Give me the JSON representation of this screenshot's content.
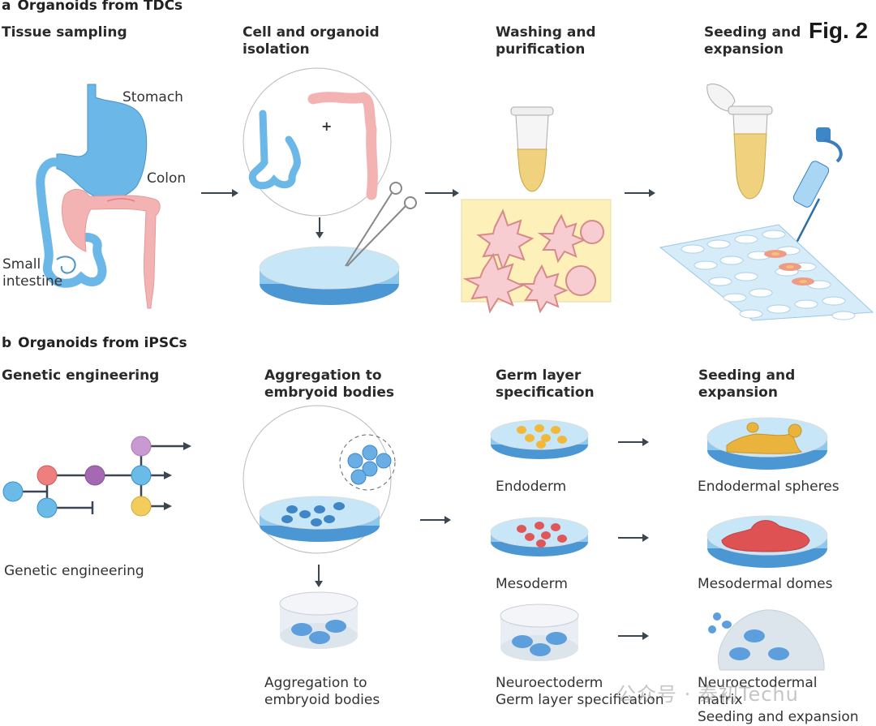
{
  "figure_label": "Fig. 2",
  "colors": {
    "organ_blue": "#6bb8e8",
    "organ_pink": "#f4b3b3",
    "dish_light": "#bfe3f7",
    "dish_dark": "#4a97d3",
    "tube_liquid": "#f0d27e",
    "matrix_bg": "#fdf0b8",
    "organoid_pink": "#f6c8cc",
    "arrow": "#3b4652",
    "endoderm": "#f2b83a",
    "mesoderm": "#e0575a",
    "node_blue": "#6bbbe8",
    "node_red": "#ef7e7e",
    "node_purple": "#a569b4",
    "node_lilac": "#c99ad2",
    "node_yellow": "#f3cd5c"
  },
  "panel_a": {
    "letter": "a",
    "title": "Organoids from TDCs",
    "steps": [
      {
        "title": "Tissue sampling"
      },
      {
        "title": "Cell and organoid\nisolation"
      },
      {
        "title": "Washing and\npurification"
      },
      {
        "title": "Seeding and\nexpansion"
      }
    ],
    "organ_labels": {
      "stomach": "Stomach",
      "colon": "Colon",
      "small_intestine": "Small\nintestine"
    },
    "plus_sign": "+"
  },
  "panel_b": {
    "letter": "b",
    "title": "Organoids from iPSCs",
    "steps": [
      {
        "title": "Genetic engineering"
      },
      {
        "title": "Aggregation to\nembryoid bodies"
      },
      {
        "title": "Germ layer\nspecification"
      },
      {
        "title": "Seeding and\nexpansion"
      }
    ],
    "genetic_caption": "Genetic engineering",
    "aggregation_caption": "Aggregation to\nembryoid bodies",
    "germ_layers": [
      {
        "name": "Endoderm",
        "result": "Endodermal spheres"
      },
      {
        "name": "Mesoderm",
        "result": "Mesodermal domes"
      },
      {
        "name": "Neuroectoderm\nGerm layer specification",
        "result": "Neuroectodermal\nmatrix\nSeeding and expansion"
      }
    ]
  },
  "watermark": "公众号 · 泰初Techu"
}
